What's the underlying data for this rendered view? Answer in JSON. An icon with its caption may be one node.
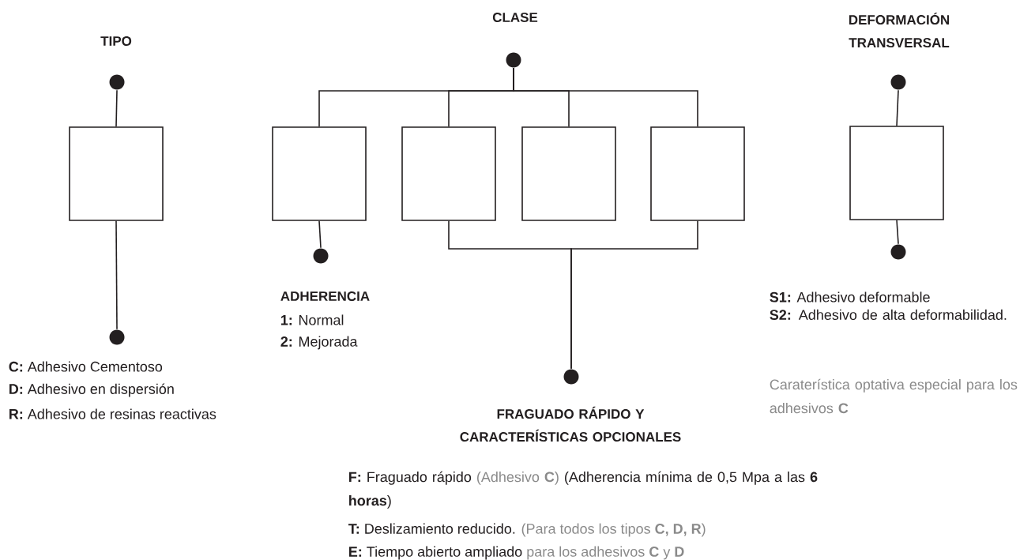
{
  "diagram": {
    "nodes": [
      {
        "text": [],
        "shape": "circle"
      },
      {
        "text": [],
        "shape": "box"
      },
      {
        "text": [],
        "shape": "circle"
      },
      {
        "text": [],
        "shape": "circle"
      },
      {
        "text": [],
        "shape": "box"
      },
      {
        "text": [],
        "shape": "box"
      },
      {
        "text": [],
        "shape": "box"
      },
      {
        "text": [],
        "shape": "box"
      },
      {
        "text": [],
        "shape": "circle"
      },
      {
        "text": [],
        "shape": "circle"
      },
      {
        "text": [],
        "shape": "circle"
      },
      {
        "text": [],
        "shape": "box"
      },
      {
        "text": [],
        "shape": "circle"
      }
    ],
    "edges": [
      {
        "from": 0,
        "to": 1,
        "arrow": "none"
      },
      {
        "from": 1,
        "to": 2,
        "arrow": "none"
      },
      {
        "from": 3,
        "to": 4,
        "arrow": "none"
      },
      {
        "from": 3,
        "to": 5,
        "arrow": "none"
      },
      {
        "from": 3,
        "to": 6,
        "arrow": "none"
      },
      {
        "from": 3,
        "to": 7,
        "arrow": "none"
      },
      {
        "from": 4,
        "to": 8,
        "arrow": "none"
      },
      {
        "from": 5,
        "to": 9,
        "arrow": "none"
      },
      {
        "from": 7,
        "to": 9,
        "arrow": "none"
      },
      {
        "from": 10,
        "to": 11,
        "arrow": "none"
      },
      {
        "from": 11,
        "to": 12,
        "arrow": "none"
      }
    ],
    "labels": [
      "TIPO",
      "CLASE",
      "DEFORMACIÓN TRANSVERSAL",
      "ADHERENCIA",
      "**1:** Normal",
      "**2:** Mejorada",
      "**C:** Adhesivo Cementoso",
      "**D:** Adhesivo en dispersión",
      "**R:** Adhesivo de resinas reactivas",
      "FRAGUADO RÁPIDO Y CARACTERÍSTICAS OPCIONALES",
      "**S1:** Adhesivo deformable",
      "**S2:** Adhesivo de alta deformabilidad.",
      "Caraterística optativa especial para los adhesivos **C**",
      "**F:** Fraguado rápido",
      "(Adhesivo **C**)",
      "(Adherencia mínima de 0,5 Mpa a las **6 horas**)",
      "**T:** Deslizamiento reducido.",
      "(Para todos los tipos **C, D, R**)",
      "**E:** Tiempo abierto ampliado",
      "para los adhesivos **C** y **D**"
    ]
  }
}
